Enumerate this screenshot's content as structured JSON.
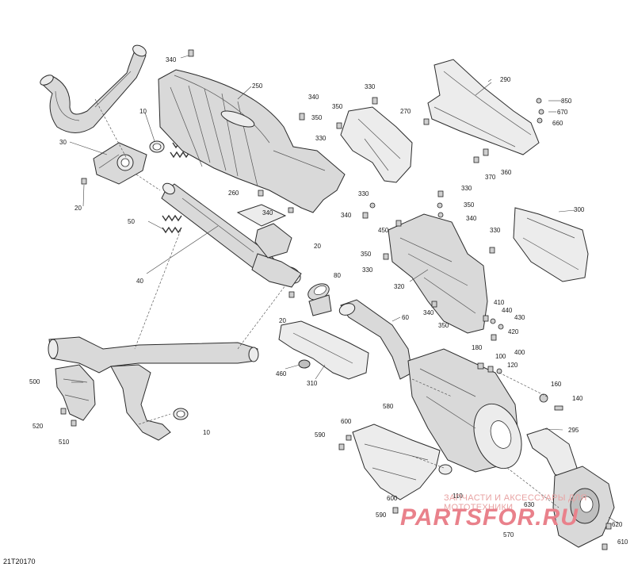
{
  "diagram_code": "21T20170",
  "watermark": {
    "line1": "ЗАПЧАСТИ И АКСЕССУАРЫ ДЛЯ МОТОТЕХНИКИ",
    "logo": "PARTSFOR.RU"
  },
  "callouts": [
    {
      "id": "c340a",
      "text": "340"
    },
    {
      "id": "c250",
      "text": "250"
    },
    {
      "id": "c330a",
      "text": "330"
    },
    {
      "id": "c290",
      "text": "290"
    },
    {
      "id": "c340b",
      "text": "340"
    },
    {
      "id": "c350a",
      "text": "350"
    },
    {
      "id": "c270",
      "text": "270"
    },
    {
      "id": "c850",
      "text": "850"
    },
    {
      "id": "c670",
      "text": "670"
    },
    {
      "id": "c660",
      "text": "660"
    },
    {
      "id": "c10a",
      "text": "10"
    },
    {
      "id": "c350b",
      "text": "350"
    },
    {
      "id": "c330b",
      "text": "330"
    },
    {
      "id": "c30",
      "text": "30"
    },
    {
      "id": "c360",
      "text": "360"
    },
    {
      "id": "c370",
      "text": "370"
    },
    {
      "id": "c330c",
      "text": "330"
    },
    {
      "id": "c260",
      "text": "260"
    },
    {
      "id": "c330d",
      "text": "330"
    },
    {
      "id": "c350c",
      "text": "350"
    },
    {
      "id": "c340c",
      "text": "340"
    },
    {
      "id": "c300",
      "text": "300"
    },
    {
      "id": "c20a",
      "text": "20"
    },
    {
      "id": "c340d",
      "text": "340"
    },
    {
      "id": "c340e",
      "text": "340"
    },
    {
      "id": "c50",
      "text": "50"
    },
    {
      "id": "c450",
      "text": "450"
    },
    {
      "id": "c330e",
      "text": "330"
    },
    {
      "id": "c20b",
      "text": "20"
    },
    {
      "id": "c350d",
      "text": "350"
    },
    {
      "id": "c330f",
      "text": "330"
    },
    {
      "id": "c40",
      "text": "40"
    },
    {
      "id": "c80",
      "text": "80"
    },
    {
      "id": "c320",
      "text": "320"
    },
    {
      "id": "c410",
      "text": "410"
    },
    {
      "id": "c440",
      "text": "440"
    },
    {
      "id": "c340f",
      "text": "340"
    },
    {
      "id": "c350e",
      "text": "350"
    },
    {
      "id": "c430",
      "text": "430"
    },
    {
      "id": "c20c",
      "text": "20"
    },
    {
      "id": "c60",
      "text": "60"
    },
    {
      "id": "c420",
      "text": "420"
    },
    {
      "id": "c400",
      "text": "400"
    },
    {
      "id": "c180",
      "text": "180"
    },
    {
      "id": "c100",
      "text": "100"
    },
    {
      "id": "c120",
      "text": "120"
    },
    {
      "id": "c460",
      "text": "460"
    },
    {
      "id": "c310",
      "text": "310"
    },
    {
      "id": "c500",
      "text": "500"
    },
    {
      "id": "c160",
      "text": "160"
    },
    {
      "id": "c140",
      "text": "140"
    },
    {
      "id": "c520",
      "text": "520"
    },
    {
      "id": "c510",
      "text": "510"
    },
    {
      "id": "c580",
      "text": "580"
    },
    {
      "id": "c600",
      "text": "600"
    },
    {
      "id": "c590a",
      "text": "590"
    },
    {
      "id": "c10b",
      "text": "10"
    },
    {
      "id": "c295",
      "text": "295"
    },
    {
      "id": "c110",
      "text": "110"
    },
    {
      "id": "c600b",
      "text": "600"
    },
    {
      "id": "c590b",
      "text": "590"
    },
    {
      "id": "c630",
      "text": "630"
    },
    {
      "id": "c570",
      "text": "570"
    },
    {
      "id": "c620",
      "text": "620"
    },
    {
      "id": "c610",
      "text": "610"
    }
  ]
}
